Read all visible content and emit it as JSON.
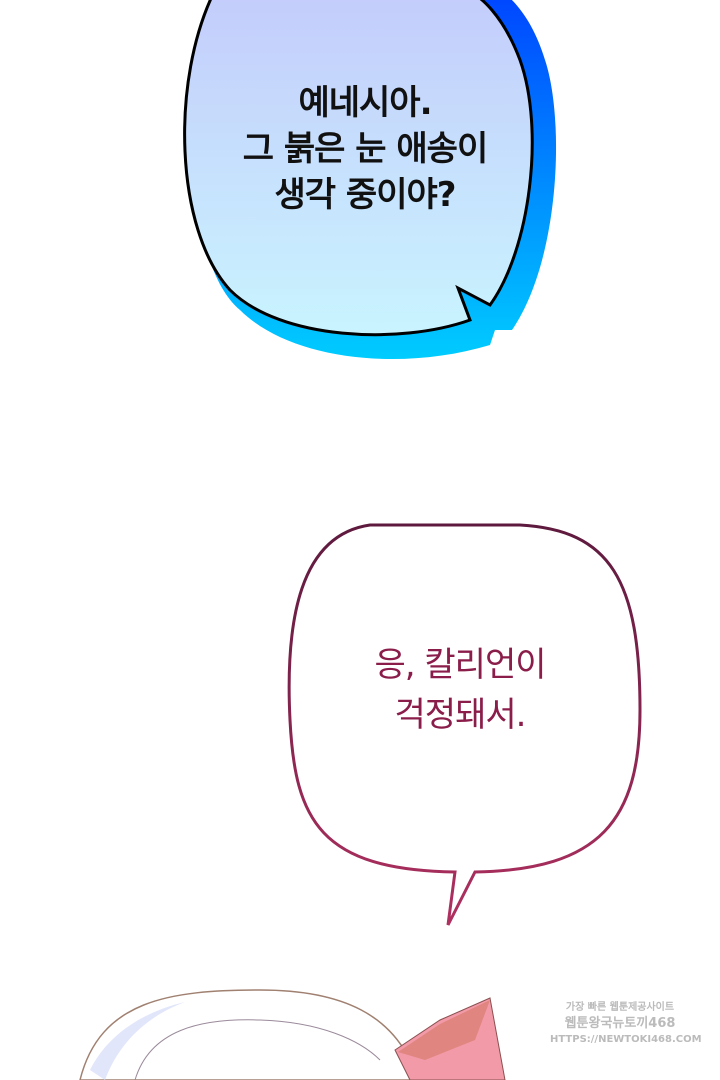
{
  "bubble_top": {
    "lines": "예네시아.\n그 붉은 눈 애송이\n생각 중이야?"
  },
  "bubble_bottom": {
    "lines": "응, 칼리언이\n걱정돼서."
  },
  "watermark": {
    "line1": "가장 빠른 웹툰제공사이트",
    "line2": "웹툰왕국뉴토끼468",
    "line3": "HTTPS://NEWTOKI468.COM"
  },
  "colors": {
    "bubble_top_shadow": "#0a6cff",
    "bubble_bottom_outline": "#7a1f4a",
    "bow": "#f29aa8"
  }
}
